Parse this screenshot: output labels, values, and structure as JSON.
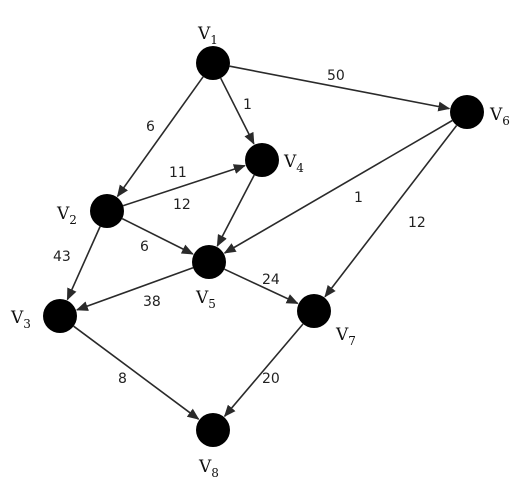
{
  "graph": {
    "nodes": [
      {
        "id": "v1",
        "letter": "V",
        "index": "1"
      },
      {
        "id": "v2",
        "letter": "V",
        "index": "2"
      },
      {
        "id": "v3",
        "letter": "V",
        "index": "3"
      },
      {
        "id": "v4",
        "letter": "V",
        "index": "4"
      },
      {
        "id": "v5",
        "letter": "V",
        "index": "5"
      },
      {
        "id": "v6",
        "letter": "V",
        "index": "6"
      },
      {
        "id": "v7",
        "letter": "V",
        "index": "7"
      },
      {
        "id": "v8",
        "letter": "V",
        "index": "8"
      }
    ],
    "edges": [
      {
        "from": "v1",
        "to": "v6",
        "weight": "50"
      },
      {
        "from": "v1",
        "to": "v2",
        "weight": "6"
      },
      {
        "from": "v1",
        "to": "v4",
        "weight": "1"
      },
      {
        "from": "v2",
        "to": "v4",
        "weight": "11"
      },
      {
        "from": "v2",
        "to": "v5",
        "weight": "6"
      },
      {
        "from": "v4",
        "to": "v5",
        "weight": "12"
      },
      {
        "from": "v2",
        "to": "v3",
        "weight": "43"
      },
      {
        "from": "v6",
        "to": "v5",
        "weight": "1"
      },
      {
        "from": "v6",
        "to": "v7",
        "weight": "12"
      },
      {
        "from": "v5",
        "to": "v3",
        "weight": "38"
      },
      {
        "from": "v5",
        "to": "v7",
        "weight": "24"
      },
      {
        "from": "v3",
        "to": "v8",
        "weight": "8"
      },
      {
        "from": "v7",
        "to": "v8",
        "weight": "20"
      }
    ],
    "colors": {
      "node": "#000000",
      "edge": "#2a2a2a",
      "text": "#111111"
    }
  }
}
